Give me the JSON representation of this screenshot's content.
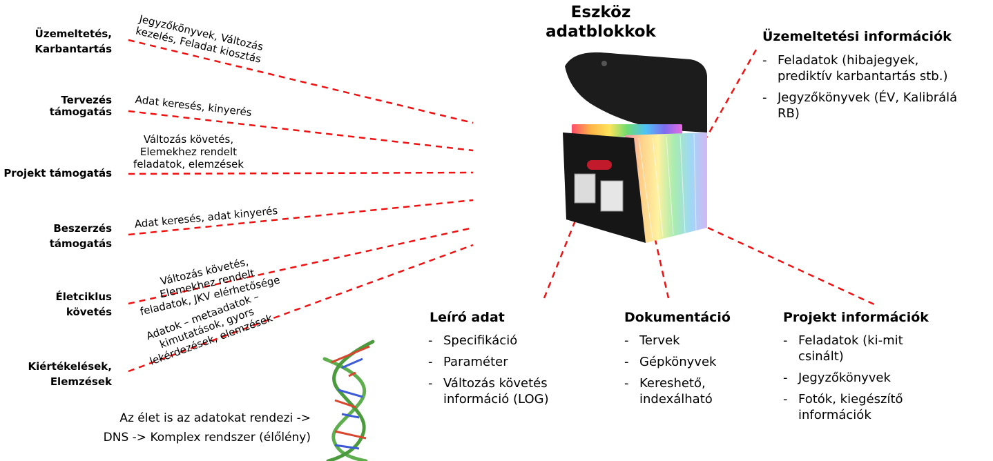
{
  "center_title": [
    "Eszköz",
    "adatblokkok"
  ],
  "left_labels": [
    {
      "id": "uzemeltetes",
      "lines": [
        "Üzemeltetés,",
        "Karbantartás"
      ]
    },
    {
      "id": "tervezes",
      "lines": [
        "Tervezés",
        "támogatás"
      ]
    },
    {
      "id": "projekt",
      "lines": [
        "Projekt támogatás"
      ]
    },
    {
      "id": "beszerzes",
      "lines": [
        "Beszerzés",
        "támogatás"
      ]
    },
    {
      "id": "eletciklus",
      "lines": [
        "Életciklus",
        "követés"
      ]
    },
    {
      "id": "kiertekeles",
      "lines": [
        "Kiértékelések,",
        "Elemzések"
      ]
    }
  ],
  "connector_texts": [
    {
      "id": "jegyzokonyvek",
      "lines": [
        "Jegyzőkönyvek, Változás",
        "kezelés, Feladat kiosztás"
      ]
    },
    {
      "id": "adatkereses1",
      "lines": [
        "Adat keresés, kinyerés"
      ]
    },
    {
      "id": "valtozas1",
      "lines": [
        "Változás követés,",
        "Elemekhez rendelt",
        "feladatok, elemzések"
      ]
    },
    {
      "id": "adatkereses2",
      "lines": [
        "Adat keresés, adat kinyerés"
      ]
    },
    {
      "id": "valtozas2",
      "lines": [
        "Változás követés,",
        "Elemekhez rendelt",
        "feladatok, JKV elérhetősége"
      ]
    },
    {
      "id": "adatok",
      "lines": [
        "Adatok – metaadatok –",
        "kimutatások, gyors",
        "lekérdezések, elemzések"
      ]
    }
  ],
  "sections": {
    "uzemeltetesi": {
      "title": "Üzemeltetési információk",
      "items": [
        [
          "Feladatok (hibajegyek,",
          "prediktív karbantartás stb.)"
        ],
        [
          "Jegyzőkönyvek (ÉV, Kalibrálá",
          "RB)"
        ]
      ]
    },
    "leiro": {
      "title": "Leíró adat",
      "items": [
        [
          "Specifikáció"
        ],
        [
          "Paraméter"
        ],
        [
          "Változás követés",
          "információ (LOG)"
        ]
      ]
    },
    "dokumentacio": {
      "title": "Dokumentáció",
      "items": [
        [
          "Tervek"
        ],
        [
          "Gépkönyvek"
        ],
        [
          "Kereshető,",
          "indexálható"
        ]
      ]
    },
    "projekt_info": {
      "title": "Projekt információk",
      "items": [
        [
          "Feladatok (ki-mit",
          "csinált)"
        ],
        [
          "Jegyzőkönyvek"
        ],
        [
          "Fotók, kiegészítő",
          "információk"
        ]
      ]
    }
  },
  "dna_caption": [
    "Az élet is az adatokat rendezi ->",
    "DNS -> Komplex rendszer (élőlény)"
  ],
  "colors": {
    "dash_line": "#ee1111",
    "folder": "#1a1a1a"
  },
  "icons": {
    "folder": "file-folder-icon",
    "dna": "dna-helix-icon"
  }
}
